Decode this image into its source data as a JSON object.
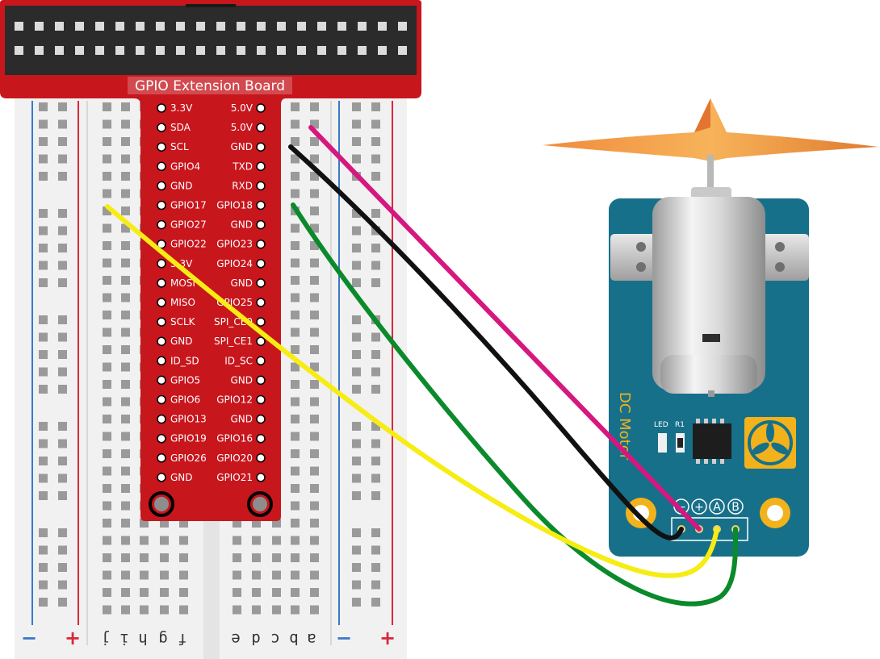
{
  "gpio_board": {
    "title": "GPIO Extension Board",
    "left_pins": [
      "3.3V",
      "SDA",
      "SCL",
      "GPIO4",
      "GND",
      "GPIO17",
      "GPIO27",
      "GPIO22",
      "3.3V",
      "MOSI",
      "MISO",
      "SCLK",
      "GND",
      "ID_SD",
      "GPIO5",
      "GPIO6",
      "GPIO13",
      "GPIO19",
      "GPIO26",
      "GND"
    ],
    "right_pins": [
      "5.0V",
      "5.0V",
      "GND",
      "TXD",
      "RXD",
      "GPIO18",
      "GND",
      "GPIO23",
      "GPIO24",
      "GND",
      "GPIO25",
      "SPI_CE0",
      "SPI_CE1",
      "ID_SC",
      "GND",
      "GPIO12",
      "GND",
      "GPIO16",
      "GPIO20",
      "GPIO21"
    ]
  },
  "breadboard": {
    "column_letters_left": [
      "j",
      "i",
      "h",
      "g",
      "f"
    ],
    "column_letters_right": [
      "e",
      "d",
      "c",
      "b",
      "a"
    ],
    "rail_minus": "−",
    "rail_plus": "+"
  },
  "dc_motor_module": {
    "title": "DC Motor",
    "led_label": "LED",
    "resistor_label": "R1",
    "terminals": [
      "−",
      "+",
      "A",
      "B"
    ]
  },
  "wires": [
    {
      "color": "#d6177f",
      "from": "5.0V",
      "to": "+"
    },
    {
      "color": "#111111",
      "from": "GND",
      "to": "−"
    },
    {
      "color": "#0b8a2c",
      "from": "GPIO18",
      "to": "B"
    },
    {
      "color": "#f7ec13",
      "from": "GPIO17",
      "to": "A"
    }
  ],
  "colors": {
    "board_red": "#c8161d",
    "module_teal": "#17708a",
    "accent_yellow": "#f2b21b",
    "rail_red": "#d8283a",
    "rail_blue": "#3a78c8"
  }
}
